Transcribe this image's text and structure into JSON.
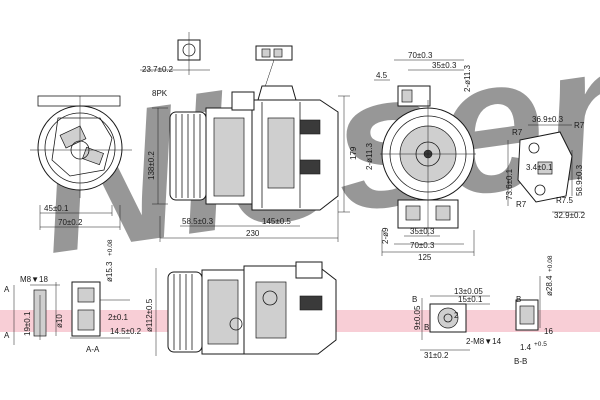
{
  "watermark": {
    "text": "Nissens",
    "color": "#a9c4e4"
  },
  "band_color": "#f3a6b4",
  "labels": {
    "front_left": {
      "d45": "45±0.1",
      "d70": "70±0.2"
    },
    "top": {
      "d23_7": "23.7±0.2",
      "pk": "8PK"
    },
    "side": {
      "d138": "138±0.2",
      "d58_5": "58.5±0.3",
      "d145": "145±0.5",
      "d230": "230",
      "d179": "179"
    },
    "rear": {
      "d4_5": "4.5",
      "d70": "70±0.3",
      "d35": "35±0.3",
      "d2x11_3b": "2-ø11.3",
      "d2x11_3a": "2-ø11.3",
      "d2x9": "2-ø9",
      "d70b": "70±0.3",
      "d35b": "35±0.3",
      "d125": "125"
    },
    "flange": {
      "r7a": "R7",
      "r7b": "R7",
      "r7c": "R7",
      "r7_5": "R7.5",
      "d36_9": "36.9±0.3",
      "d3_4": "3.4±0.1",
      "d73_6": "73.6±0.1",
      "d58_9": "58.9±0.3",
      "d32_9": "32.9±0.2"
    },
    "aa": {
      "a1": "A",
      "a2": "A",
      "m8": "M8▼18",
      "d19": "19±0.1",
      "d10": "ø10",
      "d15_3": "ø15.3",
      "d15_3_tol": "+0.08",
      "d2": "2±0.1",
      "d14_5": "14.5±0.2",
      "section": "A-A"
    },
    "bottom": {
      "d112": "ø112±0.5"
    },
    "bb": {
      "b1": "B",
      "b2": "B",
      "b3": "B",
      "d13": "13±0.05",
      "d9": "9±0.05",
      "d15": "15±0.1",
      "d2": "2",
      "m8": "2-M8▼14",
      "d31": "31±0.2",
      "d28_4": "ø28.4",
      "d28_4_tol": "+0.08",
      "d16": "16",
      "d1_4": "1.4",
      "d1_4_tol": "+0.5",
      "section": "B-B"
    }
  }
}
